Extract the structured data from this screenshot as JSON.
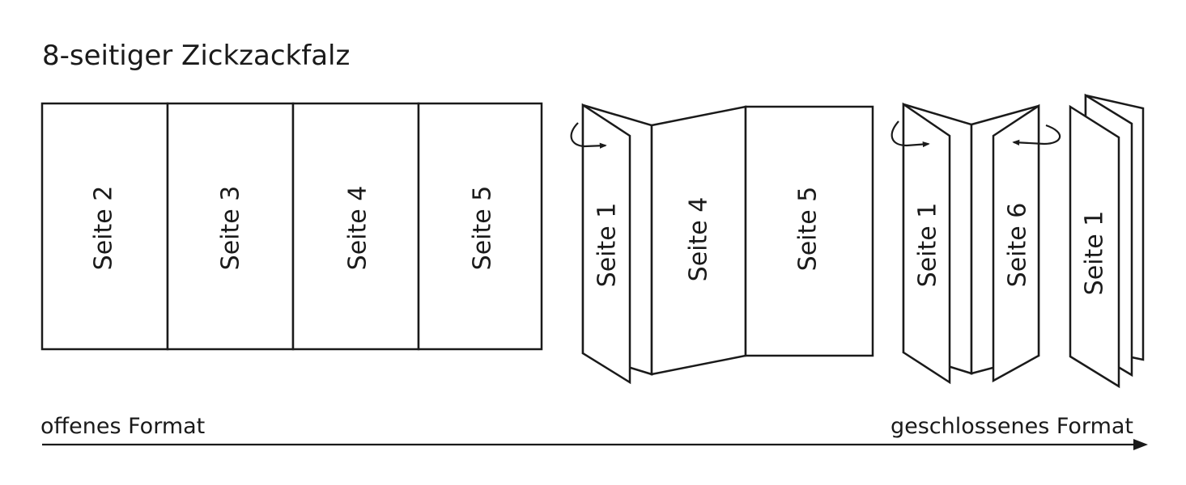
{
  "title": "8-seitiger Zickzackfalz",
  "open_sheet": {
    "panels": [
      "Seite 2",
      "Seite 3",
      "Seite 4",
      "Seite 5"
    ]
  },
  "partial_fold": {
    "panels": [
      "Seite 1",
      "Seite 4",
      "Seite 5"
    ]
  },
  "double_fold": {
    "panels": [
      "Seite 1",
      "Seite 6"
    ]
  },
  "closed": {
    "panels": [
      "Seite 1"
    ]
  },
  "axis": {
    "start_label": "offenes Format",
    "end_label": "geschlossenes Format"
  },
  "icons": [
    "fold-arrow-icon",
    "direction-arrow-icon"
  ],
  "colors": {
    "line": "#1a1a1a",
    "background": "#ffffff"
  }
}
